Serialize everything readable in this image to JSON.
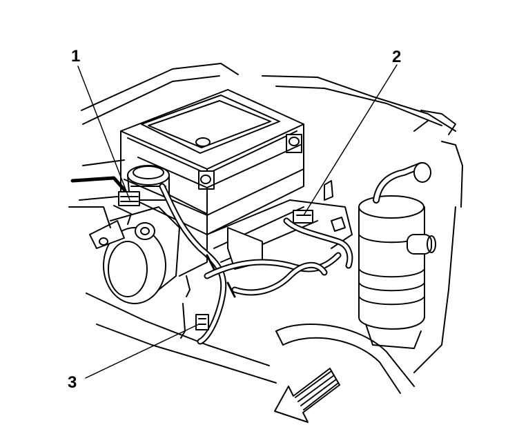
{
  "callouts": {
    "one": "1",
    "two": "2",
    "three": "3"
  },
  "colors": {
    "line": "#000000",
    "background": "#ffffff"
  },
  "icons": [
    "front-direction-arrow-icon"
  ]
}
